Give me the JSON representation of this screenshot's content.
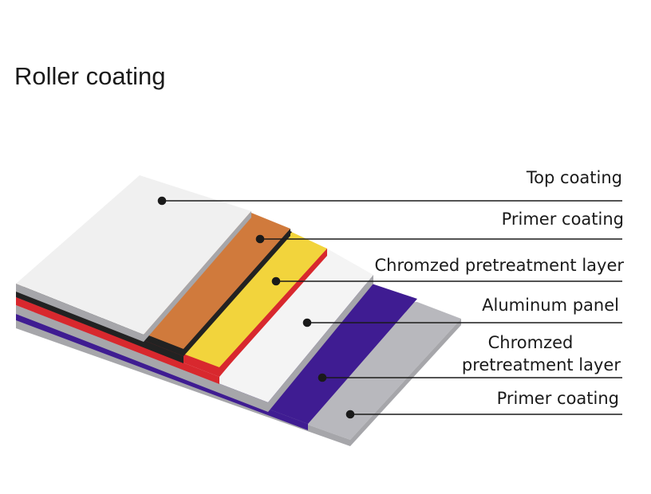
{
  "title": "Roller coating",
  "labels": {
    "top_coating": "Top coating",
    "primer_coating_top": "Primer coating",
    "chromzed_layer_top": "Chromzed pretreatment layer",
    "aluminum_panel": "Aluminum panel",
    "chromzed_layer_bottom_line1": "Chromzed",
    "chromzed_layer_bottom_line2": "pretreatment layer",
    "primer_coating_bottom": "Primer coating"
  },
  "colors": {
    "top_coating": "#f0f0f0",
    "primer_coating_top": "#d07a3c",
    "black_layer": "#222222",
    "chromzed_layer_top": "#f2d43c",
    "red_layer": "#d8282e",
    "aluminum_panel": "#f4f4f4",
    "chromzed_layer_bottom": "#3f1c92",
    "primer_coating_bottom": "#b8b8bd",
    "edge_gray": "#a6a6aa"
  }
}
